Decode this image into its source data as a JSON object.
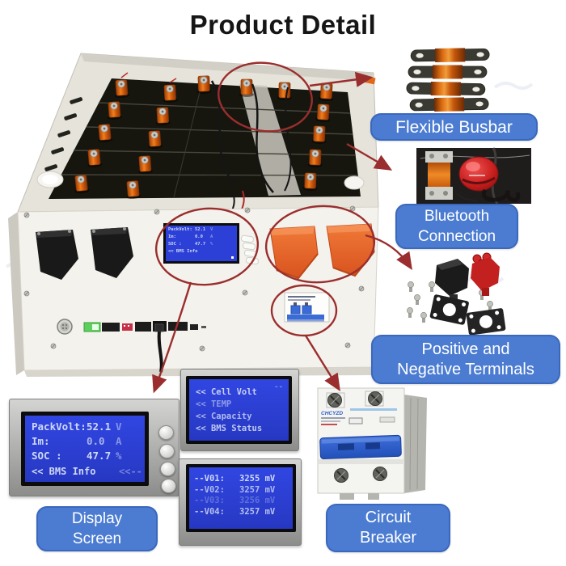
{
  "title": "Product Detail",
  "callouts": {
    "flexible_busbar": "Flexible Busbar",
    "bluetooth_line1": "Bluetooth",
    "bluetooth_line2": "Connection",
    "terminals_line1": "Positive and",
    "terminals_line2": "Negative Terminals",
    "display_line1": "Display",
    "display_line2": "Screen",
    "breaker_line1": "Circuit",
    "breaker_line2": "Breaker"
  },
  "bms_display": {
    "rows": [
      {
        "name": "PackVolt:",
        "value": "52.1",
        "unit": "V"
      },
      {
        "name": "Im:",
        "value": "0.0",
        "unit": "A"
      },
      {
        "name": "SOC :",
        "value": "47.7",
        "unit": "%"
      }
    ],
    "footer_left": "<< BMS Info",
    "footer_right": "<<--"
  },
  "menu_display": {
    "items": [
      "<< Cell Volt",
      "<< TEMP",
      "<< Capacity",
      "<< BMS Status"
    ],
    "corner_hint": "--"
  },
  "cell_display": {
    "rows": [
      {
        "name": "--V01:",
        "value": "3255 mV"
      },
      {
        "name": "--V02:",
        "value": "3257 mV"
      },
      {
        "name": "--V03:",
        "value": "3256 mV"
      },
      {
        "name": "--V04:",
        "value": "3257 mV"
      }
    ]
  },
  "breaker_brand": "CHCYZD",
  "colors": {
    "callout_bg": "#4b7cd1",
    "callout_border": "#3a68bd",
    "annotation_red": "#9a2e2e",
    "lcd_blue": "#2c3fd6",
    "lcd_text": "#cfd8f6",
    "busbar_orange": "#e8680f",
    "terminal_orange": "#e4602a"
  }
}
